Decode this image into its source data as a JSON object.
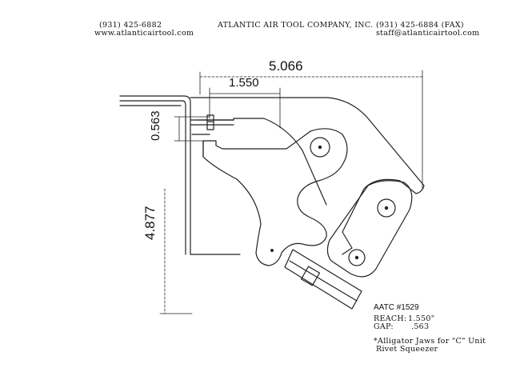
{
  "header": {
    "phone": "(931) 425-6882",
    "website": "www.atlanticairtool.com",
    "company": "ATLANTIC AIR TOOL COMPANY, INC.",
    "fax": "(931) 425-6884 (FAX)",
    "email": "staff@atlanticairtool.com"
  },
  "drawing": {
    "dim_overall_width": "5.066",
    "dim_reach": "1.550",
    "dim_gap": "0.563",
    "dim_height": "4.877"
  },
  "spec": {
    "part_no": "AATC #1529",
    "reach_label": "REACH:",
    "reach_value": "1.550\"",
    "gap_label": "GAP:",
    "gap_value": ".563",
    "description_line1": "*Alligator Jaws for \"C\" Unit",
    "description_line2": "Rivet Squeezer"
  }
}
